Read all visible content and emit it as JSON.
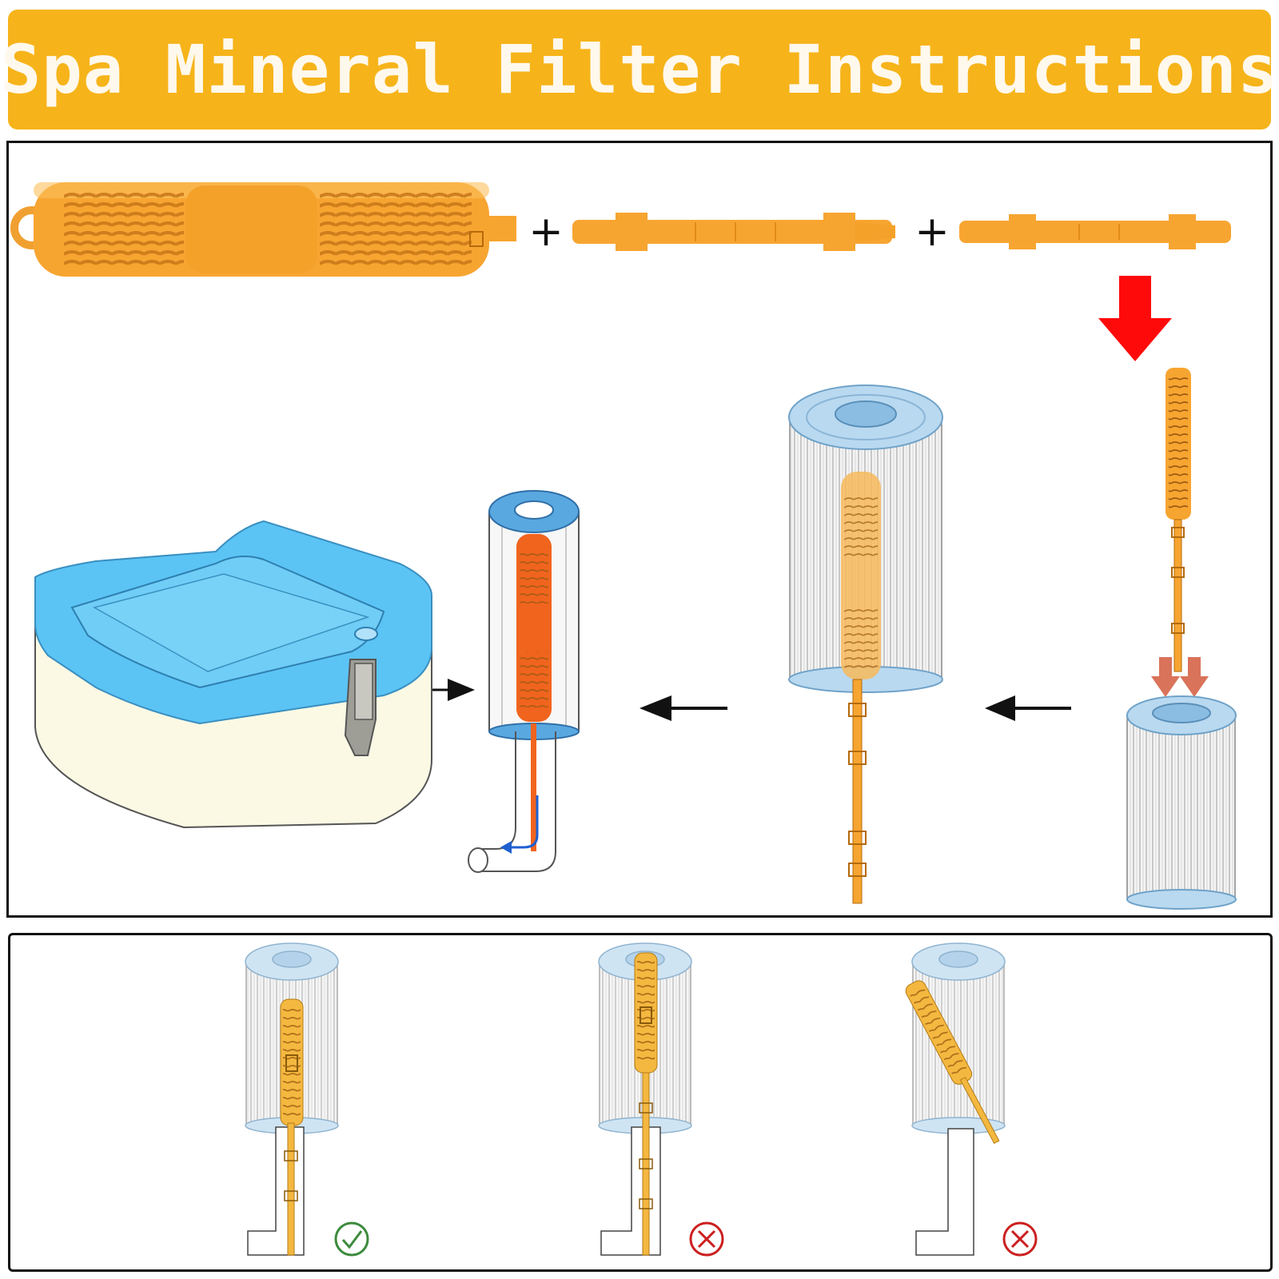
{
  "header": {
    "title": "Spa Mineral Filter Instructions"
  },
  "assembly": {
    "plus_symbol": "+"
  },
  "colors": {
    "banner": "#f6b41a",
    "banner_text": "#fff8ec",
    "orange_part": "#f7a531",
    "orange_dark": "#e08a1a",
    "red_arrow": "#ff0a0a",
    "salmon_arrow": "#d9735a",
    "spa_blue": "#5bc4f5",
    "spa_body": "#fbf9e4",
    "filter_cap": "#b9d9f0",
    "filter_pleat": "#c9c9c9",
    "correct": "#3d8a3d",
    "incorrect": "#cc1f1f"
  },
  "checks": [
    {
      "status": "correct",
      "icon": "check-circle-icon"
    },
    {
      "status": "incorrect",
      "icon": "cross-circle-icon"
    },
    {
      "status": "incorrect",
      "icon": "cross-circle-icon"
    }
  ]
}
